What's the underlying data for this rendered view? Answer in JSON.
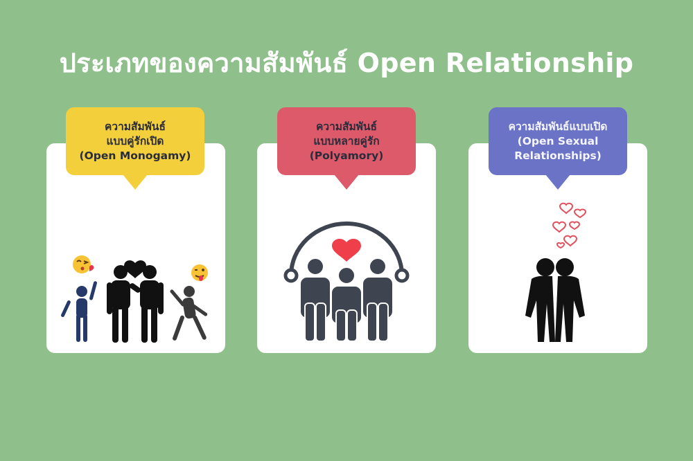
{
  "title": "ประเภทของความสัมพันธ์ Open Relationship",
  "cards": [
    {
      "lines": [
        "ความสัมพันธ์",
        "แบบคู่รักเปิด",
        "(Open Monogamy)"
      ],
      "color": "#f3cf3c",
      "icons": [
        "kissing-emoji-icon",
        "heart-icon",
        "couple-icon",
        "person-icon",
        "winking-tongue-emoji-icon",
        "dancing-person-icon"
      ]
    },
    {
      "lines": [
        "ความสัมพันธ์",
        "แบบหลายคู่รัก",
        "(Polyamory)"
      ],
      "color": "#dd5a6b",
      "icons": [
        "heart-icon",
        "three-people-icon"
      ]
    },
    {
      "lines": [
        "ความสัมพันธ์แบบเปิด",
        "(Open Sexual",
        "Relationships)"
      ],
      "color": "#6b73c6",
      "icons": [
        "hearts-icon",
        "embracing-couple-icon"
      ]
    }
  ]
}
